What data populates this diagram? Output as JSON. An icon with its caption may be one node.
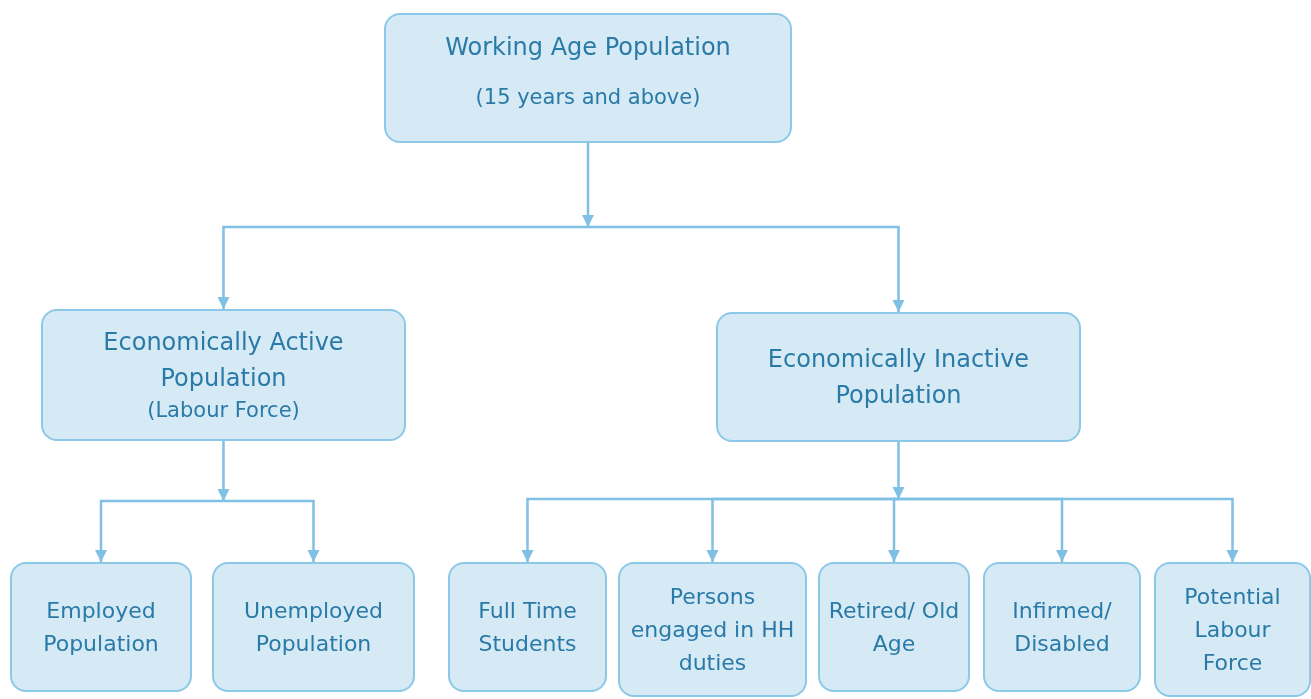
{
  "diagram": {
    "nodes": [
      {
        "text": [
          "Working Age Population",
          "(15 years and above)"
        ]
      },
      {
        "text": [
          "Economically Active Population",
          "(Labour Force)"
        ]
      },
      {
        "text": [
          "Economically Inactive Population"
        ]
      },
      {
        "text": [
          "Employed Population"
        ]
      },
      {
        "text": [
          "Unemployed Population"
        ]
      },
      {
        "text": [
          "Full Time Students"
        ]
      },
      {
        "text": [
          "Persons engaged in HH duties"
        ]
      },
      {
        "text": [
          "Retired/ Old Age"
        ]
      },
      {
        "text": [
          "Infirmed/ Disabled"
        ]
      },
      {
        "text": [
          "Potential Labour Force"
        ]
      }
    ],
    "edges": [
      {
        "from": 0,
        "to": 1,
        "arrow": "to"
      },
      {
        "from": 0,
        "to": 2,
        "arrow": "to"
      },
      {
        "from": 1,
        "to": 3,
        "arrow": "to"
      },
      {
        "from": 1,
        "to": 4,
        "arrow": "to"
      },
      {
        "from": 2,
        "to": 5,
        "arrow": "to"
      },
      {
        "from": 2,
        "to": 6,
        "arrow": "to"
      },
      {
        "from": 2,
        "to": 7,
        "arrow": "to"
      },
      {
        "from": 2,
        "to": 8,
        "arrow": "to"
      },
      {
        "from": 2,
        "to": 9,
        "arrow": "to"
      }
    ]
  }
}
